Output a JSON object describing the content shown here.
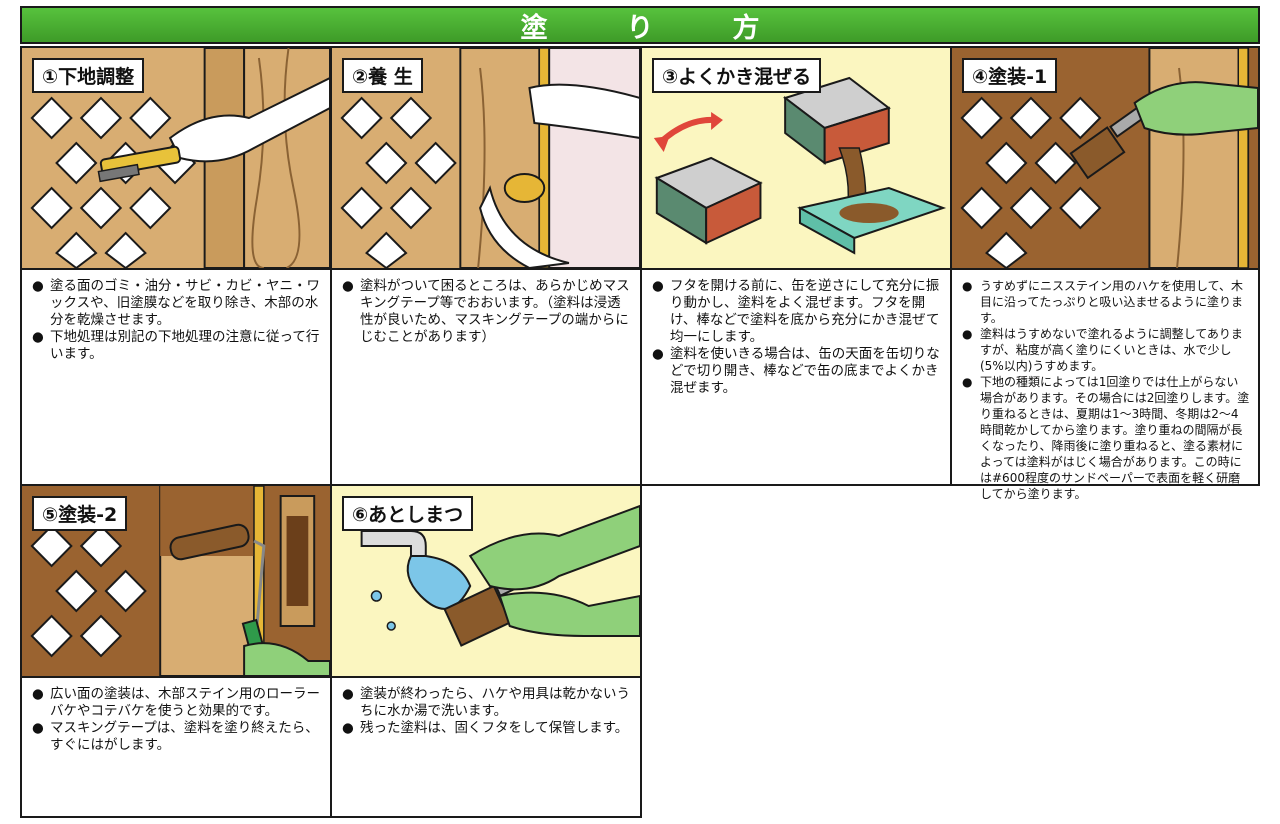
{
  "title": "塗　り　方",
  "steps": [
    {
      "label": "①下地調整",
      "bullets": [
        "塗る面のゴミ・油分・サビ・カビ・ヤニ・ワックスや、旧塗膜などを取り除き、木部の水分を乾燥させます。",
        "下地処理は別記の下地処理の注意に従って行います。"
      ]
    },
    {
      "label": "②養 生",
      "bullets": [
        "塗料がついて困るところは、あらかじめマスキングテープ等でおおいます。（塗料は浸透性が良いため、マスキングテープの端からにじむことがあります）"
      ]
    },
    {
      "label": "③よくかき混ぜる",
      "bullets": [
        "フタを開ける前に、缶を逆さにして充分に振り動かし、塗料をよく混ぜます。フタを開け、棒などで塗料を底から充分にかき混ぜて均一にします。",
        "塗料を使いきる場合は、缶の天面を缶切りなどで切り開き、棒などで缶の底までよくかき混ぜます。"
      ]
    },
    {
      "label": "④塗装-1",
      "bullets": [
        "うすめずにニスステイン用のハケを使用して、木目に沿ってたっぷりと吸い込ませるように塗ります。",
        "塗料はうすめないで塗れるように調整してありますが、粘度が高く塗りにくいときは、水で少し(5%以内)うすめます。",
        "下地の種類によっては1回塗りでは仕上がらない場合があります。その場合には2回塗りします。塗り重ねるときは、夏期は1～3時間、冬期は2～4時間乾かしてから塗ります。塗り重ねの間隔が長くなったり、降雨後に塗り重ねると、塗る素材によっては塗料がはじく場合があります。この時には#600程度のサンドペーパーで表面を軽く研磨してから塗ります。"
      ]
    },
    {
      "label": "⑤塗装-2",
      "bullets": [
        "広い面の塗装は、木部ステイン用のローラーバケやコテバケを使うと効果的です。",
        "マスキングテープは、塗料を塗り終えたら、すぐにはがします。"
      ]
    },
    {
      "label": "⑥あとしまつ",
      "bullets": [
        "塗装が終わったら、ハケや用具は乾かないうちに水か湯で洗います。",
        "残った塗料は、固くフタをして保管します。"
      ]
    }
  ],
  "colors": {
    "title_green": "#4caf35",
    "wood": "#d8ad72",
    "wood_dark": "#b98a4e",
    "stain": "#8a5a2b",
    "glove": "#8fd07a",
    "yellow_bg": "#fbf6c0",
    "pink_bg": "#f3e4e6"
  }
}
